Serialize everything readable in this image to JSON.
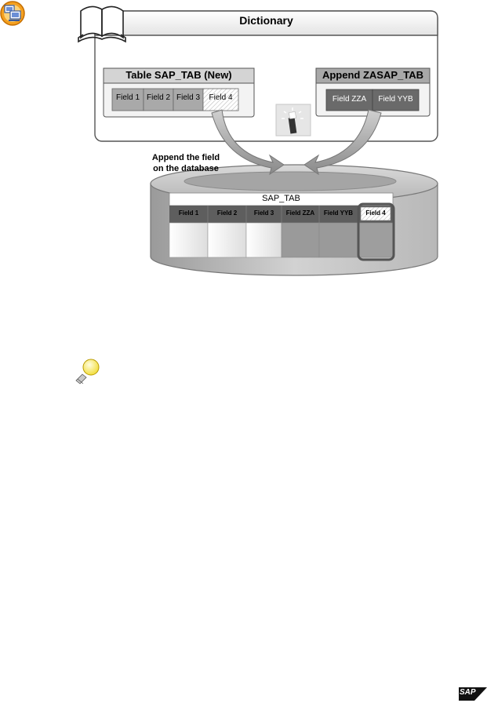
{
  "dictionary": {
    "title": "Dictionary",
    "table": {
      "title": "Table SAP_TAB (New)",
      "fields": [
        "Field 1",
        "Field 2",
        "Field 3",
        "Field 4"
      ]
    },
    "append": {
      "title": "Append ZASAP_TAB",
      "fields": [
        "Field ZZA",
        "Field YYB"
      ]
    }
  },
  "arrow_caption": {
    "line1": "Append the field",
    "line2": "on the database"
  },
  "database": {
    "table_name": "SAP_TAB",
    "columns": [
      "Field 1",
      "Field 2",
      "Field 3",
      "Field ZZA",
      "Field YYB",
      "Field 4"
    ]
  },
  "brand": {
    "logo_text": "SAP"
  }
}
